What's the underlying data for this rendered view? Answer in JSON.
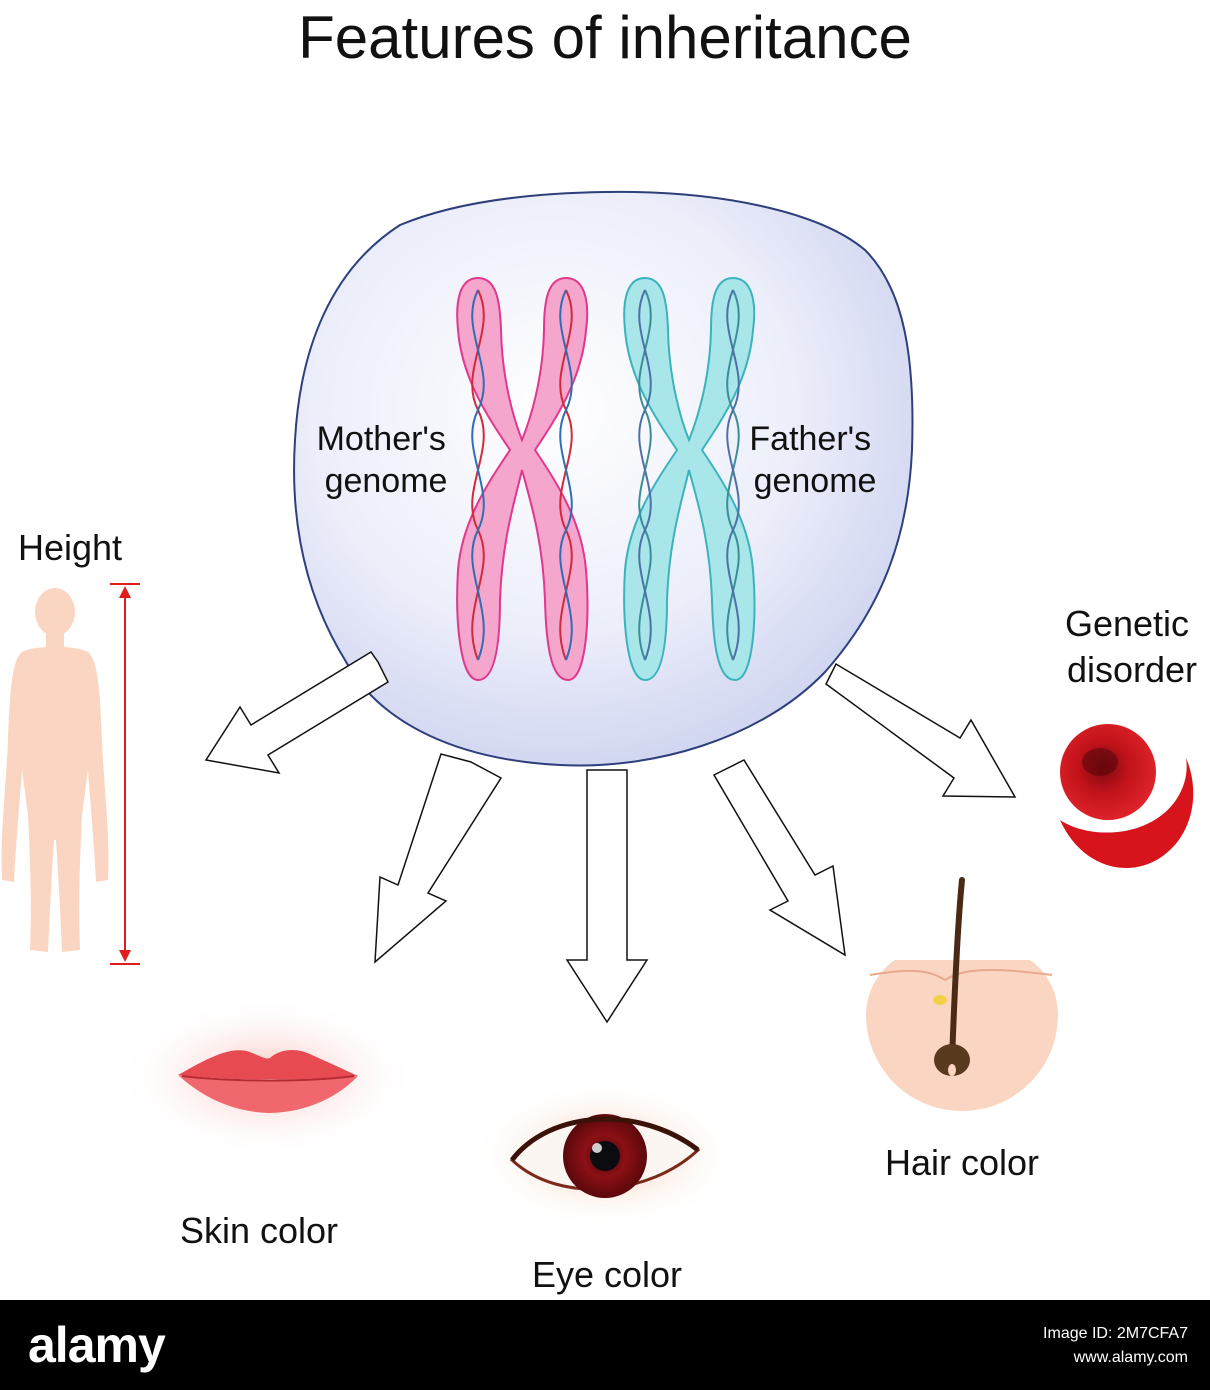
{
  "title": "Features of inheritance",
  "cell": {
    "mother_label": [
      "Mother's",
      "genome"
    ],
    "father_label": [
      "Father's",
      "genome"
    ]
  },
  "traits": {
    "height": "Height",
    "genetic_disorder": [
      "Genetic",
      "disorder"
    ],
    "skin_color": "Skin color",
    "eye_color": "Eye color",
    "hair_color": "Hair color"
  },
  "colors": {
    "cell_fill": "#dfe3f6",
    "cell_stroke": "#2e3f7c",
    "mother_chromosome": "#ec72b1",
    "father_chromosome": "#8cdde3",
    "skin": "#fad6c2",
    "blood": "#d7141c",
    "measure_line": "#e11c1c"
  },
  "footer": {
    "logo": "alamy",
    "image_id": "Image ID: 2M7CFA7",
    "site": "www.alamy.com"
  }
}
